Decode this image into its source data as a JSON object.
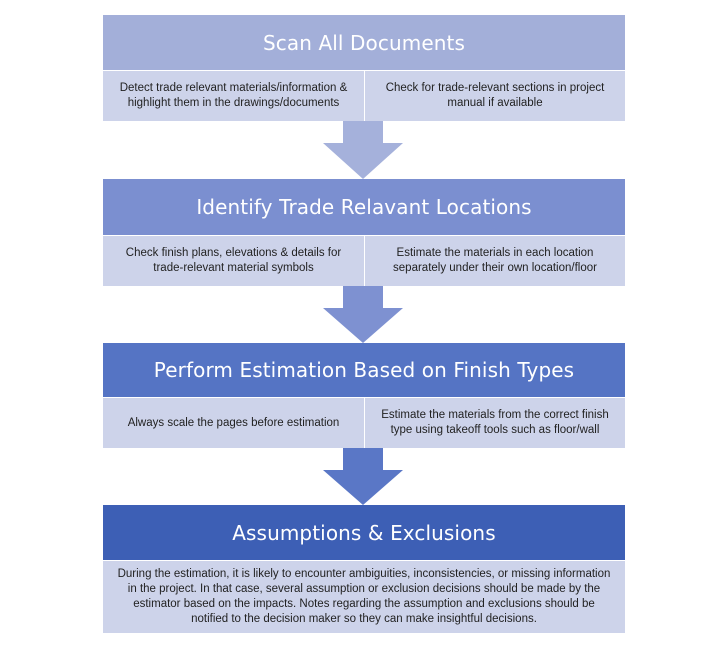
{
  "colors": {
    "step1_header": "#a3afd9",
    "step2_header": "#7b8fd0",
    "step3_header": "#5574c4",
    "step4_header": "#3d5fb5",
    "body": "#cdd3ea",
    "arrow1": "#a5b1db",
    "arrow2": "#7e91d1",
    "arrow3": "#5a77c6"
  },
  "steps": [
    {
      "title": "Scan All Documents",
      "details": [
        "Detect trade relevant materials/information & highlight them in the drawings/documents",
        "Check for trade-relevant sections in project manual if available"
      ]
    },
    {
      "title": "Identify Trade Relavant Locations",
      "details": [
        "Check finish plans, elevations & details for trade-relevant material symbols",
        "Estimate the materials in each location separately under their own location/floor"
      ]
    },
    {
      "title": "Perform Estimation Based on Finish Types",
      "details": [
        "Always scale the pages before estimation",
        "Estimate the materials from the correct finish type using takeoff tools such as floor/wall"
      ]
    },
    {
      "title": "Assumptions & Exclusions",
      "details": [
        "During the estimation, it is likely to encounter ambiguities, inconsistencies, or missing information in the project. In that case, several assumption or exclusion decisions should be made by the estimator based on the impacts. Notes regarding the assumption and exclusions should be notified to the decision maker so they can make insightful decisions."
      ]
    }
  ]
}
